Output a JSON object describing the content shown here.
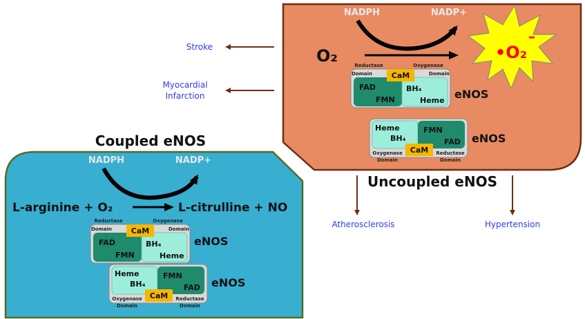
{
  "colors": {
    "uncoupled_bg": "#e88a62",
    "uncoupled_border": "#6b2e12",
    "coupled_bg": "#38aed0",
    "coupled_border": "#556b22",
    "dark_domain": "#1f8a6c",
    "light_domain": "#9ceedb",
    "cam": "#f5b700",
    "frame": "#d9d9d9",
    "star_fill": "#ffff00",
    "star_text": "#ff0000",
    "disease_text": "#2b3cf0",
    "disease_arrow": "#6b2e12"
  },
  "uncoupled": {
    "title": "Uncoupled eNOS",
    "cofactor_in": "NADPH",
    "cofactor_out": "NADP+",
    "substrate": "O₂",
    "product": "•O₂",
    "product_charge": "–",
    "dimer": {
      "top": {
        "left_label_1": "Reductase",
        "left_label_2": "Domain",
        "right_label_1": "Oxygenase",
        "right_label_2": "Domain",
        "cam": "CaM",
        "dark_1": "FAD",
        "dark_2": "FMN",
        "light_1": "BH₄",
        "light_2": "Heme",
        "name": "eNOS"
      },
      "bottom": {
        "left_label_1": "Oxygenase",
        "left_label_2": "Domain",
        "right_label_1": "Reductase",
        "right_label_2": "Domain",
        "cam": "CaM",
        "light_1": "Heme",
        "light_2": "BH₄",
        "dark_1": "FMN",
        "dark_2": "FAD",
        "name": "eNOS"
      }
    }
  },
  "coupled": {
    "title": "Coupled eNOS",
    "cofactor_in": "NADPH",
    "cofactor_out": "NADP+",
    "reactants": "L-arginine + O₂",
    "products": "L-citrulline + NO",
    "dimer": {
      "top": {
        "left_label_1": "Reductase",
        "left_label_2": "Domain",
        "right_label_1": "Oxygenase",
        "right_label_2": "Domain",
        "cam": "CaM",
        "dark_1": "FAD",
        "dark_2": "FMN",
        "light_1": "BH₄",
        "light_2": "Heme",
        "name": "eNOS"
      },
      "bottom": {
        "left_label_1": "Oxygenase",
        "left_label_2": "Domain",
        "right_label_1": "Reductase",
        "right_label_2": "Domain",
        "cam": "CaM",
        "light_1": "Heme",
        "light_2": "BH₄",
        "dark_1": "FMN",
        "dark_2": "FAD",
        "name": "eNOS"
      }
    }
  },
  "diseases": {
    "stroke": "Stroke",
    "mi_1": "Myocardial",
    "mi_2": "Infarction",
    "atherosclerosis": "Atherosclerosis",
    "hypertension": "Hypertension"
  }
}
